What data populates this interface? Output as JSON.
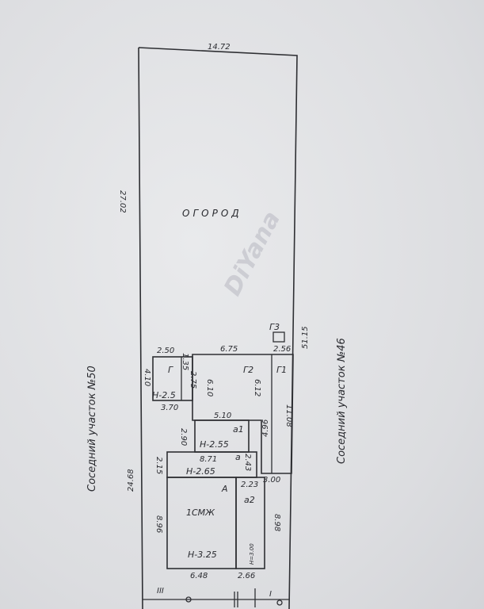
{
  "plot": {
    "dims": {
      "top": "14.72",
      "left_upper": "27.02",
      "left_lower": "24.68",
      "right": "51.15"
    },
    "garden_label": "ОГОРОД",
    "neighbor_left": "Соседний участок №50",
    "neighbor_right": "Соседний участок №46",
    "roman": [
      "III",
      "I"
    ]
  },
  "buildings": {
    "g": {
      "label": "Г",
      "height": "Н-2.5",
      "d_top": "2.50",
      "d_right": "1.35",
      "d_left": "4.10",
      "d_bottom": "3.70",
      "d_inner": "2.75"
    },
    "g2": {
      "label": "Г2",
      "d_top": "6.75",
      "d_left": "6.10",
      "d_right": "6.12",
      "d_bottom": "5.10"
    },
    "g1": {
      "label": "Г1",
      "d_top": "2.56",
      "d_right": "11.08",
      "d_inner": "4.96",
      "d_bottom": "3.00"
    },
    "g3": {
      "label": "Г3"
    },
    "a1": {
      "label": "а1",
      "height": "Н-2.55",
      "d_left": "2.90"
    },
    "a": {
      "label": "а",
      "height": "Н-2.65",
      "d_top": "8.71",
      "d_left": "2.15",
      "d_right": "2.43"
    },
    "A": {
      "label": "А",
      "name": "1СМЖ",
      "height": "Н-3.25",
      "d_left": "8.96",
      "d_bottom": "6.48"
    },
    "a2": {
      "label": "а2",
      "height": "Н=3.00",
      "d_top": "2.23",
      "d_right": "8.98",
      "d_bottom": "2.66"
    }
  },
  "watermark": "DiYana"
}
